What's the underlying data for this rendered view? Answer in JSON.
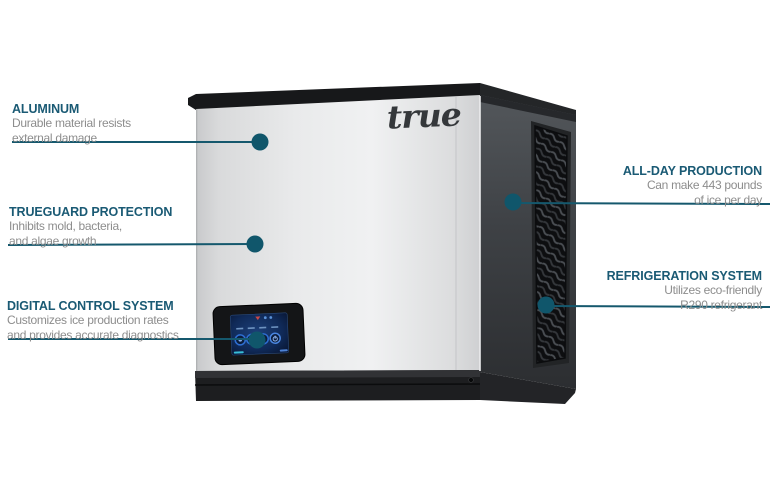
{
  "brand": {
    "logo_text": "true"
  },
  "callouts": {
    "left": [
      {
        "title": "ALUMINUM",
        "line1": "Durable material resists",
        "line2": "external damage"
      },
      {
        "title": "TRUEGUARD PROTECTION",
        "line1": "Inhibits mold, bacteria,",
        "line2": "and algae growth"
      },
      {
        "title": "DIGITAL CONTROL SYSTEM",
        "line1": "Customizes ice production rates",
        "line2": "and provides accurate diagnostics"
      }
    ],
    "right": [
      {
        "title": "ALL-DAY PRODUCTION",
        "line1": "Can make 443 pounds",
        "line2": "of ice per day"
      },
      {
        "title": "REFRIGERATION SYSTEM",
        "line1": "Utilizes eco-friendly",
        "line2": "R290 refrigerant"
      }
    ]
  },
  "icons": {
    "panel_status": [
      "wifi-alert-icon",
      "status-dot-icon",
      "status-dot-icon"
    ],
    "panel_buttons": [
      "mode-button-icon",
      "mode-button-icon",
      "mode-button-icon",
      "power-button-icon"
    ]
  },
  "colors": {
    "accent_teal": "#15586D",
    "heading_teal": "#1A5A74",
    "subtext_gray": "#8D8D8D",
    "machine_steel": "#E9EAEB",
    "machine_dark": "#1D1E20",
    "screen_blue": "#123060"
  }
}
